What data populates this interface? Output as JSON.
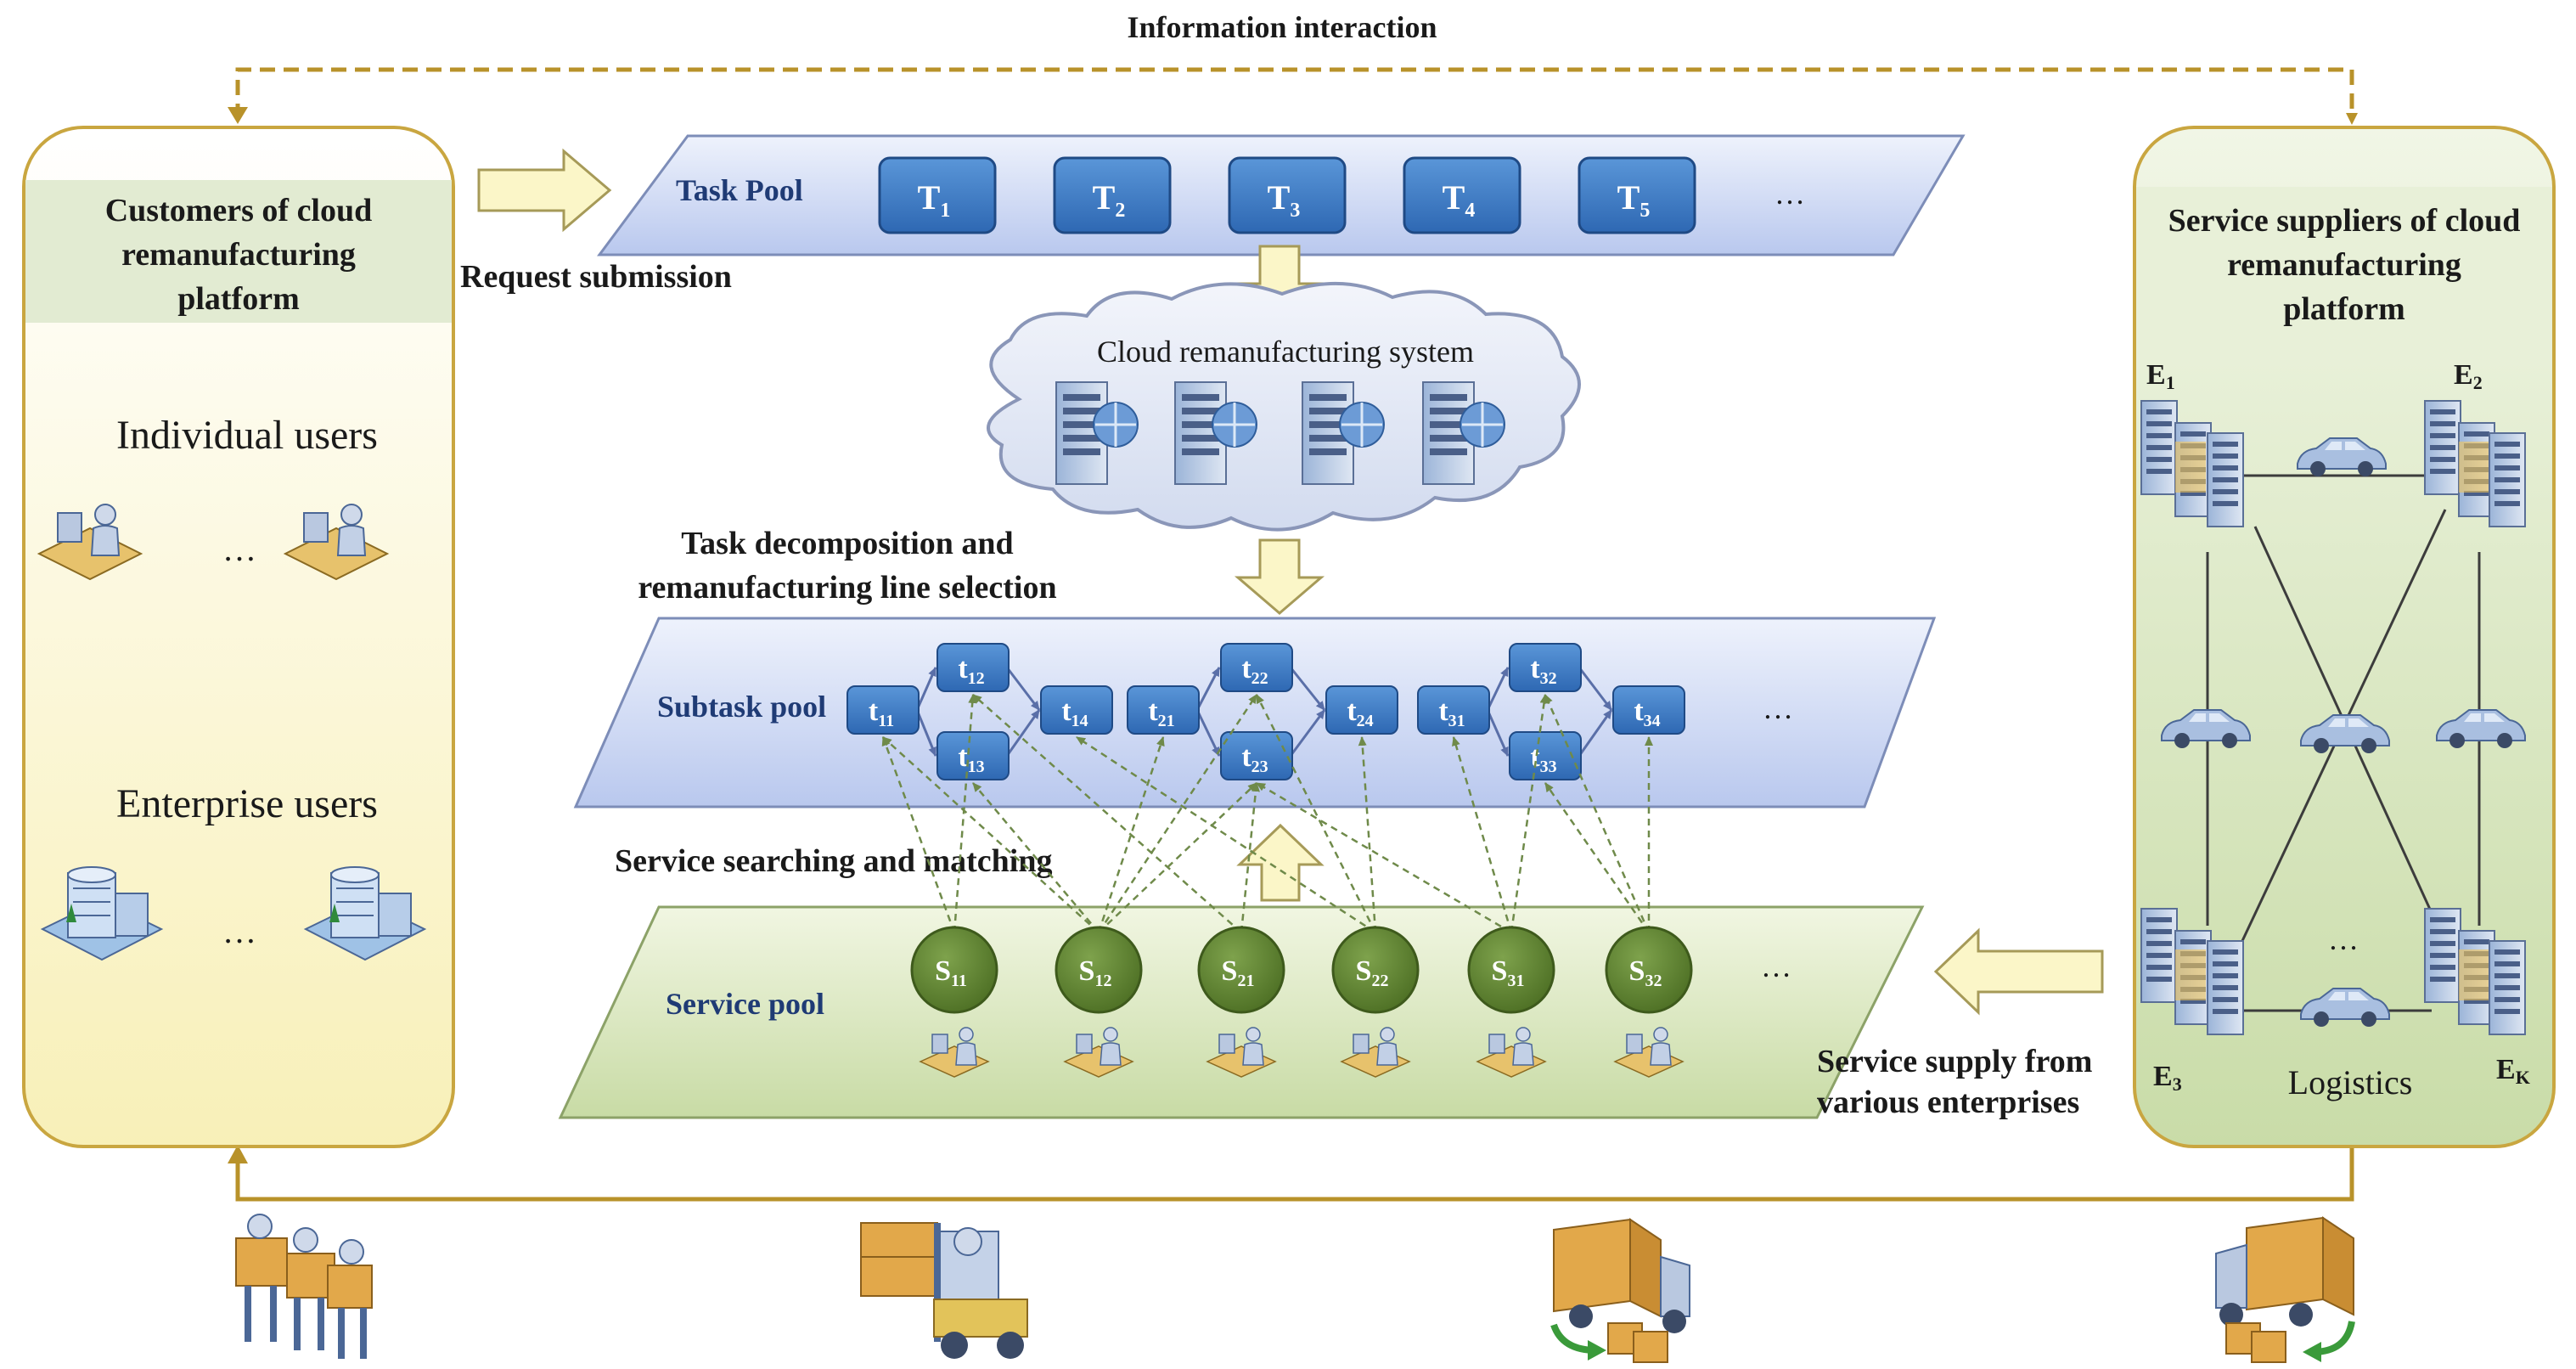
{
  "top_label": "Information interaction",
  "customers": {
    "title_lines": [
      "Customers of cloud",
      "remanufacturing",
      "platform"
    ],
    "individual_label": "Individual users",
    "enterprise_label": "Enterprise users",
    "ellipsis": "…"
  },
  "suppliers": {
    "title_lines": [
      "Service suppliers of cloud",
      "remanufacturing",
      "platform"
    ],
    "nodes": [
      {
        "base": "E",
        "sub": "1"
      },
      {
        "base": "E",
        "sub": "2"
      },
      {
        "base": "E",
        "sub": "3"
      },
      {
        "base": "E",
        "sub": "K"
      }
    ],
    "ellipsis": "…",
    "logistics_label": "Logistics"
  },
  "request_label": "Request submission",
  "task_pool": {
    "label": "Task Pool",
    "tasks": [
      {
        "base": "T",
        "sub": "1"
      },
      {
        "base": "T",
        "sub": "2"
      },
      {
        "base": "T",
        "sub": "3"
      },
      {
        "base": "T",
        "sub": "4"
      },
      {
        "base": "T",
        "sub": "5"
      }
    ],
    "ellipsis": "…"
  },
  "cloud_label": "Cloud remanufacturing system",
  "decomposition_lines": [
    "Task decomposition and",
    "remanufacturing line selection"
  ],
  "subtask_pool": {
    "label": "Subtask pool",
    "subtasks": [
      {
        "base": "t",
        "sub": "11"
      },
      {
        "base": "t",
        "sub": "12"
      },
      {
        "base": "t",
        "sub": "13"
      },
      {
        "base": "t",
        "sub": "14"
      },
      {
        "base": "t",
        "sub": "21"
      },
      {
        "base": "t",
        "sub": "22"
      },
      {
        "base": "t",
        "sub": "23"
      },
      {
        "base": "t",
        "sub": "24"
      },
      {
        "base": "t",
        "sub": "31"
      },
      {
        "base": "t",
        "sub": "32"
      },
      {
        "base": "t",
        "sub": "33"
      },
      {
        "base": "t",
        "sub": "34"
      }
    ],
    "ellipsis": "…"
  },
  "matching_label": "Service searching and matching",
  "service_pool": {
    "label": "Service pool",
    "services": [
      {
        "base": "S",
        "sub": "11"
      },
      {
        "base": "S",
        "sub": "12"
      },
      {
        "base": "S",
        "sub": "21"
      },
      {
        "base": "S",
        "sub": "22"
      },
      {
        "base": "S",
        "sub": "31"
      },
      {
        "base": "S",
        "sub": "32"
      }
    ],
    "ellipsis": "…"
  },
  "supply_lines": [
    "Service supply from",
    "various enterprises"
  ],
  "colors": {
    "gold_line": "#b8922a",
    "task_box": "#3f7cc6",
    "service_circle": "#5b7f2e",
    "dashed_link": "#6f8a4a",
    "arrow_fill": "#fbf6c8"
  }
}
